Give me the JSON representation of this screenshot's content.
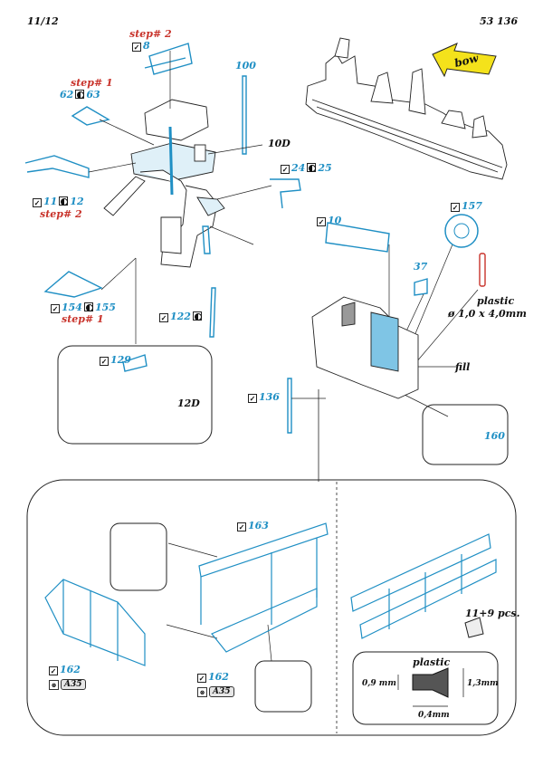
{
  "header": {
    "page": "11/12",
    "code": "53 136"
  },
  "colors": {
    "etch": "#1f8fc4",
    "step": "#c8322a",
    "ink": "#111111",
    "bow_arrow": "#f4e21b"
  },
  "labels": {
    "step2_top": "step# 2",
    "part8": "8",
    "step1_top": "step# 1",
    "p62": "62",
    "p63": "63",
    "p100": "100",
    "p10D": "10D",
    "p24": "24",
    "p25": "25",
    "p11": "11",
    "p12": "12",
    "step2_mid": "step# 2",
    "p154": "154",
    "p155": "155",
    "step1_bot": "step# 1",
    "p122": "122",
    "p129": "129",
    "p12D": "12D",
    "p10": "10",
    "p157": "157",
    "p37": "37",
    "plastic_rod": "plastic",
    "rod_dim": "ø 1,0 x 4,0mm",
    "fill": "fill",
    "p136": "136",
    "p160": "160",
    "p163": "163",
    "p162_left": "162",
    "a35_left": "A35",
    "p162_mid": "162",
    "a35_mid": "A35",
    "pcs": "11+9 pcs.",
    "plastic_box": "plastic",
    "dim_09": "0,9 mm",
    "dim_13": "1,3mm",
    "dim_04": "0,4mm",
    "bow": "bow"
  }
}
